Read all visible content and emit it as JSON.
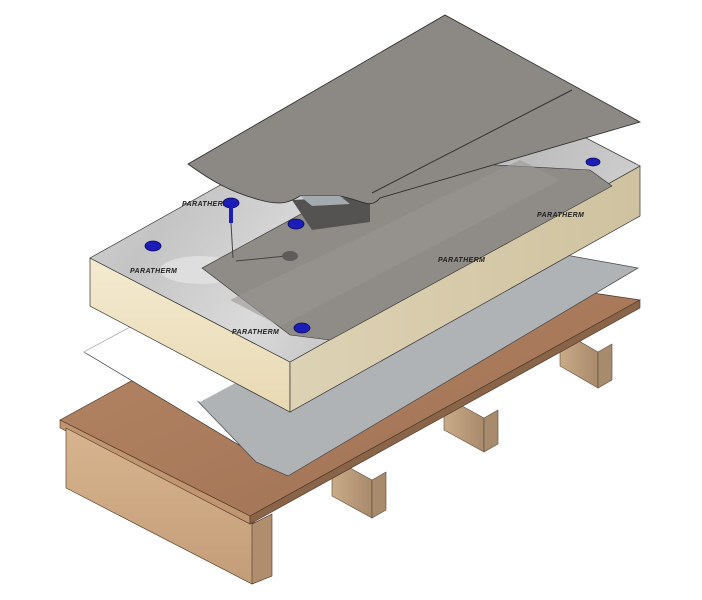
{
  "diagram": {
    "type": "exploded isometric roof build-up",
    "layers": [
      {
        "id": "membrane",
        "name": "single-ply membrane (top sheets with lap seam)",
        "color": "#8c8883"
      },
      {
        "id": "insulation",
        "name": "PIR insulation board",
        "top_color": "#c9c9c9",
        "edge_color": "#efe3c3"
      },
      {
        "id": "vcl",
        "name": "vapour control layer",
        "color": "#b0b3b6"
      },
      {
        "id": "separation",
        "name": "white separation sheet",
        "color": "#ffffff"
      },
      {
        "id": "deck",
        "name": "timber deck",
        "color": "#a8785a"
      },
      {
        "id": "joists",
        "name": "timber joists",
        "color": "#c8a37f"
      }
    ],
    "fastener_color": "#1c1cb8",
    "insulation_print": "PARATHERM",
    "labels": [
      {
        "text": "PARATHERM"
      },
      {
        "text": "PARATHERM"
      },
      {
        "text": "PARATHERM"
      },
      {
        "text": "PARATHERM"
      },
      {
        "text": "PARATHERM"
      }
    ]
  }
}
